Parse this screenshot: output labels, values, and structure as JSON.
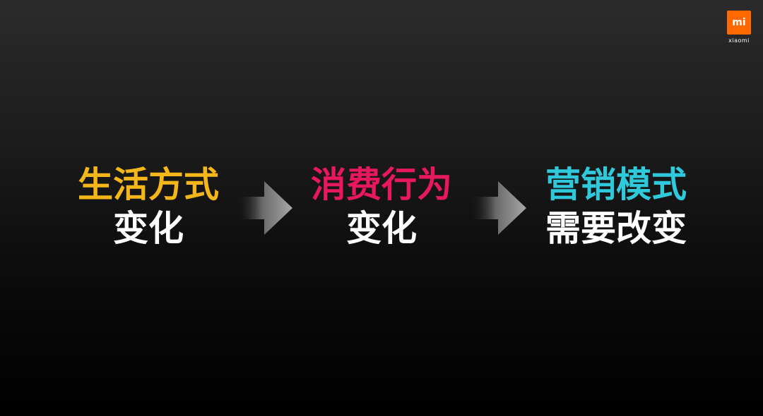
{
  "logo": {
    "mark": "mi",
    "text": "xiaomi",
    "brand_color": "#ff6900",
    "icon": "xiaomi-logo-icon"
  },
  "steps": [
    {
      "line1": "生活方式",
      "line2": "变化",
      "color": "#f5b619"
    },
    {
      "line1": "消费行为",
      "line2": "变化",
      "color": "#e8185d"
    },
    {
      "line1": "营销模式",
      "line2": "需要改变",
      "color": "#2fc9db"
    }
  ],
  "arrows": [
    {
      "icon": "right-arrow-icon"
    },
    {
      "icon": "right-arrow-icon"
    }
  ]
}
